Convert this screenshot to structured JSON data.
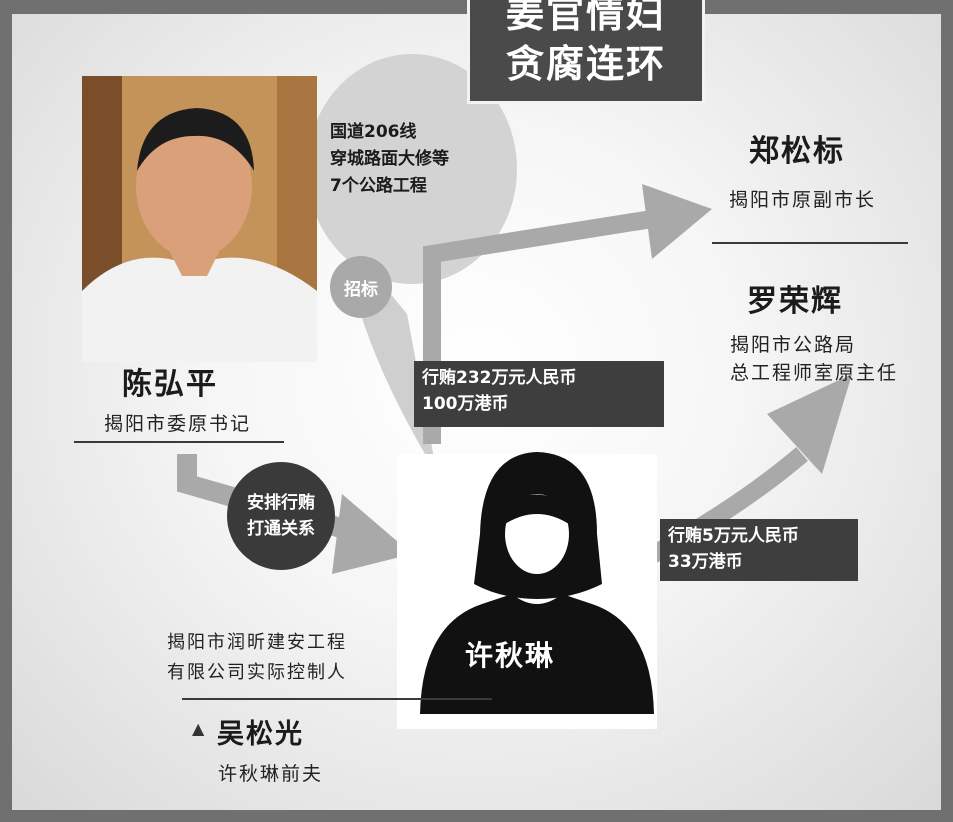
{
  "title": {
    "line1": "姜官情妇",
    "line2": "贪腐连环"
  },
  "chen": {
    "name": "陈弘平",
    "role": "揭阳市委原书记"
  },
  "zheng": {
    "name": "郑松标",
    "role": "揭阳市原副市长"
  },
  "luo": {
    "name": "罗荣辉",
    "role_line1": "揭阳市公路局",
    "role_line2": "总工程师室原主任"
  },
  "xu": {
    "name": "许秋琳",
    "company_line1": "揭阳市润昕建安工程",
    "company_line2": "有限公司实际控制人"
  },
  "wu": {
    "marker": "▲",
    "name": "吴松光",
    "role": "许秋琳前夫"
  },
  "bubble": {
    "line1": "国道206线",
    "line2": "穿城路面大修等",
    "line3": "7个公路工程",
    "tag": "招标"
  },
  "arrange": {
    "line1": "安排行贿",
    "line2": "打通关系"
  },
  "bribe_big": {
    "line1": "行贿232万元人民币",
    "line2": "100万港币"
  },
  "bribe_small": {
    "line1": "行贿5万元人民币",
    "line2": "33万港币"
  },
  "colors": {
    "frame": "#707070",
    "dark_box": "#3e3e3e",
    "arrow": "#a9a9a9",
    "bubble": "#cfcfcf"
  },
  "icons": {
    "photo": "portrait-photo",
    "silhouette": "woman-silhouette-icon"
  }
}
